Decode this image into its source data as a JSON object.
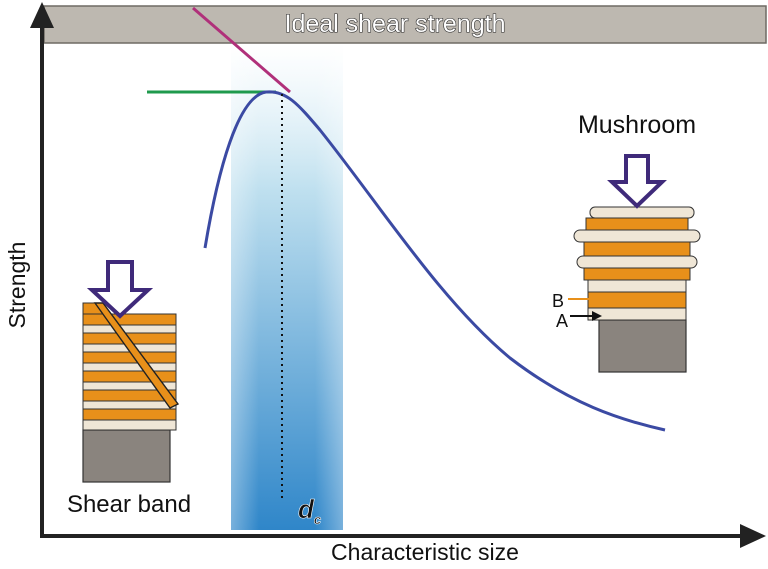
{
  "banner": {
    "label": "Ideal shear strength"
  },
  "axes": {
    "xlabel": "Characteristic size",
    "ylabel": "Strength"
  },
  "critical_size": {
    "symbol": "d",
    "subscript": "c"
  },
  "left_pillar": {
    "label": "Shear band"
  },
  "right_pillar": {
    "label": "Mushroom",
    "marker_b": "B",
    "marker_a": "A"
  },
  "colors": {
    "banner_fill": "#bdb8b0",
    "curve": "#3b4aa3",
    "green_line": "#1f9a4d",
    "magenta_line": "#b0307a",
    "band_blue": "#2f86c9",
    "layer_orange": "#e8901a",
    "layer_cream": "#efe6d6",
    "substrate": "#8a847e",
    "indenter": "#3f2a7a"
  }
}
